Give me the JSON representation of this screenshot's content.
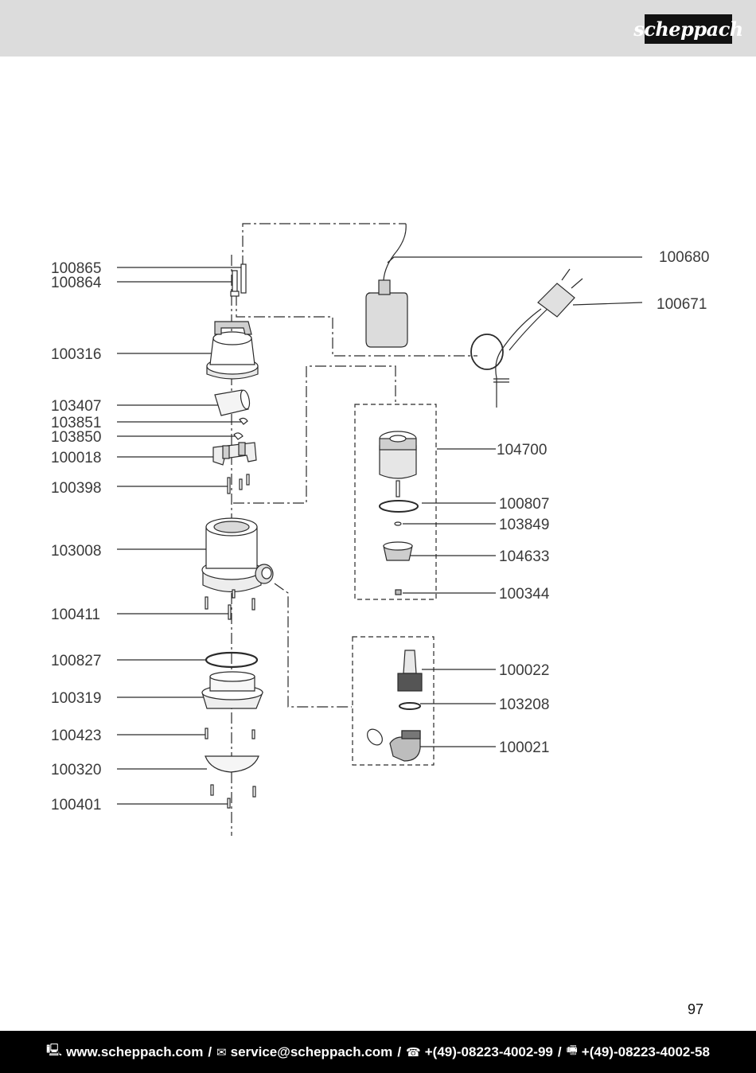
{
  "brand": {
    "logo_text": "scheppach"
  },
  "parts": {
    "left": [
      "100865",
      "100864",
      "100316",
      "103407",
      "103851",
      "103850",
      "100018",
      "100398",
      "103008",
      "100411",
      "100827",
      "100319",
      "100423",
      "100320",
      "100401"
    ],
    "right": [
      "100680",
      "100671",
      "104700",
      "100807",
      "103849",
      "104633",
      "100344",
      "100022",
      "103208",
      "100021"
    ]
  },
  "page_number": "97",
  "footer": {
    "website": "www.scheppach.com",
    "email": "service@scheppach.com",
    "phone": "+(49)-08223-4002-99",
    "fax": "+(49)-08223-4002-58",
    "separator": "/",
    "icons": [
      "computer-icon",
      "mail-icon",
      "phone-icon",
      "fax-icon"
    ]
  }
}
